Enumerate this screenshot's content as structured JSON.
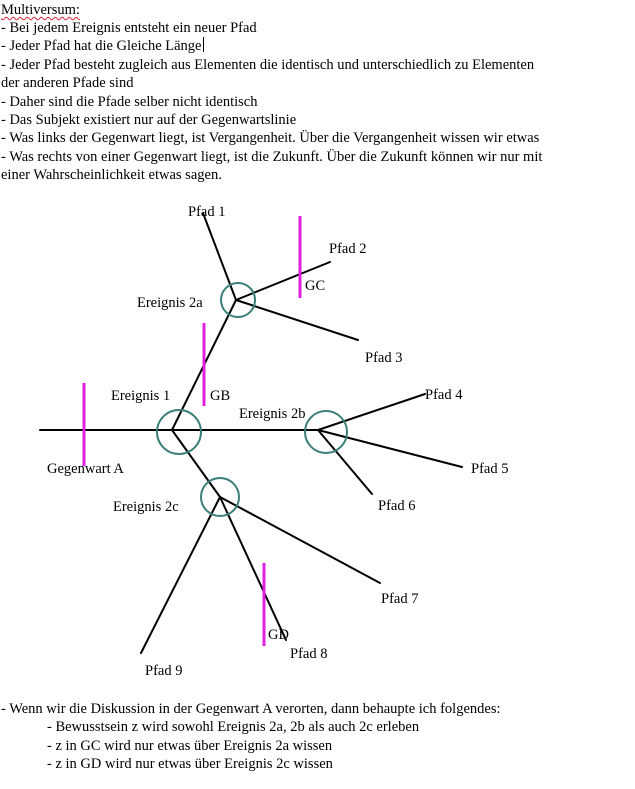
{
  "title": "Multiversum:",
  "intro_lines": [
    "- Bei jedem Ereignis entsteht ein neuer Pfad",
    "- Jeder Pfad hat die Gleiche Länge",
    "- Jeder Pfad besteht zugleich aus Elementen die identisch und unterschiedlich zu Elementen",
    "der anderen Pfade sind",
    "- Daher sind die Pfade selber nicht identisch",
    "- Das Subjekt existiert nur auf der Gegenwartslinie",
    "- Was links der Gegenwart liegt, ist Vergangenheit. Über die Vergangenheit wissen wir etwas",
    "- Was rechts von einer Gegenwart liegt, ist die Zukunft. Über die Zukunft können wir nur mit",
    "einer Wahrscheinlichkeit etwas sagen."
  ],
  "diagram": {
    "events": {
      "ereignis_1": "Ereignis 1",
      "ereignis_2a": "Ereignis 2a",
      "ereignis_2b": "Ereignis 2b",
      "ereignis_2c": "Ereignis 2c"
    },
    "paths": {
      "pfad_1": "Pfad 1",
      "pfad_2": "Pfad 2",
      "pfad_3": "Pfad 3",
      "pfad_4": "Pfad 4",
      "pfad_5": "Pfad 5",
      "pfad_6": "Pfad 6",
      "pfad_7": "Pfad 7",
      "pfad_8": "Pfad 8",
      "pfad_9": "Pfad 9"
    },
    "present_lines": {
      "gegenwart_a": "Gegenwart A",
      "gb": "GB",
      "gc": "GC",
      "gd": "GD"
    },
    "colors": {
      "line": "#000000",
      "circle": "#3b7f7a",
      "present_marker": "#e020e0"
    }
  },
  "outro_lines": [
    "- Wenn wir die Diskussion in der Gegenwart A verorten, dann behaupte ich folgendes:"
  ],
  "outro_items": [
    "- Bewusstsein z wird sowohl Ereignis 2a, 2b als auch 2c erleben",
    "- z in GC wird nur etwas über Ereignis 2a wissen",
    "- z in GD wird nur etwas über Ereignis 2c wissen"
  ]
}
